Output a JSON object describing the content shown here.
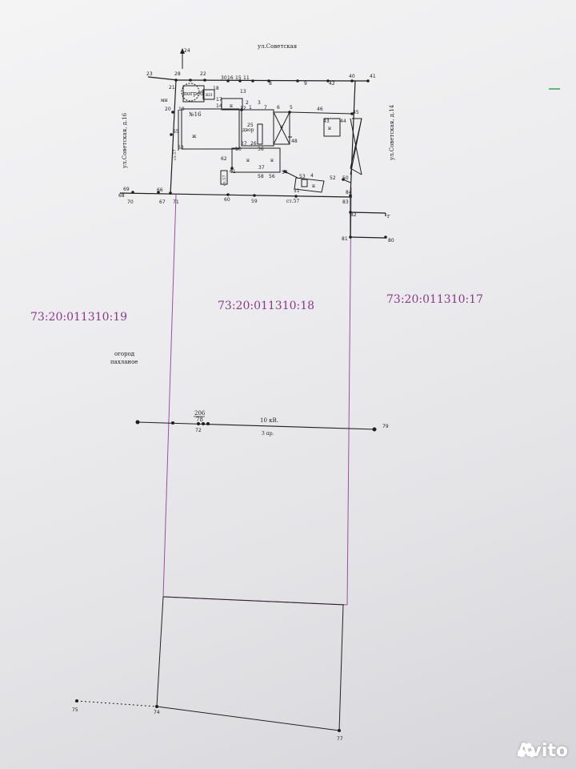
{
  "street_top": "ул.Советская",
  "neighbor_left_addr": "ул.Советская, д.16",
  "neighbor_right_addr": "ул.Советская, д.14",
  "parcels": {
    "left": "73:20:011310:19",
    "center": "73:20:011310:18",
    "right": "73:20:011310:17"
  },
  "garden_label": [
    "огород",
    "пахланое"
  ],
  "buildings": {
    "house_no": "№16",
    "zh": "ж",
    "dvor": "двор",
    "pogreb": "погреб",
    "kn": "КН",
    "mn": "мн",
    "n": "н",
    "g": "г"
  },
  "fence_labels": [
    "ст.57",
    "ст.57",
    "ст.57"
  ],
  "powerline": {
    "label": "10 кВ.",
    "wires": "3 пр.",
    "fraction_top": "206",
    "fraction_bottom": "78"
  },
  "point_numbers": {
    "p1": "1",
    "p2": "2",
    "p3": "3",
    "p4": "4",
    "p5": "5",
    "p6": "6",
    "p7": "7",
    "p8": "8",
    "p9": "9",
    "p10": "10",
    "p11": "11",
    "p12": "12",
    "p13": "13",
    "p14": "14",
    "p15": "15",
    "p16": "16",
    "p17": "17",
    "p18": "18",
    "p19": "19",
    "p20": "20",
    "p21": "21",
    "p22": "22",
    "p23": "23",
    "p24": "24",
    "p25": "25",
    "p26": "26",
    "p27": "27",
    "p28": "28",
    "p30": "30",
    "p36": "36",
    "p37": "37",
    "p40": "40",
    "p41": "41",
    "p42": "42",
    "p43": "43",
    "p44": "44",
    "p45": "45",
    "p46": "46",
    "p48": "48",
    "p50": "50",
    "p51": "51",
    "p52": "52",
    "p53": "53",
    "p54": "54",
    "p56": "56",
    "p58": "58",
    "p59": "59",
    "p60": "60",
    "p61": "61",
    "p62": "62",
    "p63": "63",
    "p65": "65",
    "p66": "66",
    "p67": "67",
    "p68": "68",
    "p69": "69",
    "p70": "70",
    "p71": "71",
    "p72": "72",
    "p74": "74",
    "p75": "75",
    "p77": "77",
    "p79": "79",
    "p80": "80",
    "p81": "81",
    "p82": "82",
    "p83": "83",
    "p84": "84"
  },
  "watermark": "Avito",
  "colors": {
    "boundary": "#9a4fa0",
    "ink": "#1e1e1e",
    "parcel_text": "#8a3a8a"
  }
}
